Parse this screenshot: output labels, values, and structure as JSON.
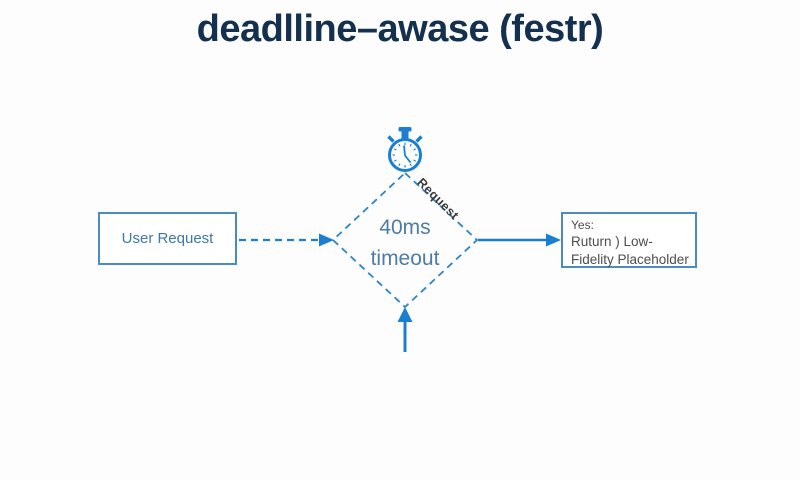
{
  "title": "deadlline–awase (festr)",
  "colors": {
    "accent_blue": "#1b7fd1",
    "box_border_blue": "#4a8cc2",
    "title_navy": "#14304f",
    "body_text_gray": "#4d4d4d",
    "user_node_text_blue": "#3f79a5",
    "decision_text_blue": "#4e7ca6"
  },
  "nodes": {
    "user_request": {
      "label": "User Request"
    },
    "decision": {
      "line1": "40ms",
      "line2": "timeout"
    },
    "result": {
      "line1": "Yes:",
      "line2": "Ruturn ) Low-",
      "line3": "Fidelity Placeholder"
    }
  },
  "edges": {
    "request_label": "Request"
  },
  "icons": {
    "stopwatch": "stopwatch-icon"
  }
}
